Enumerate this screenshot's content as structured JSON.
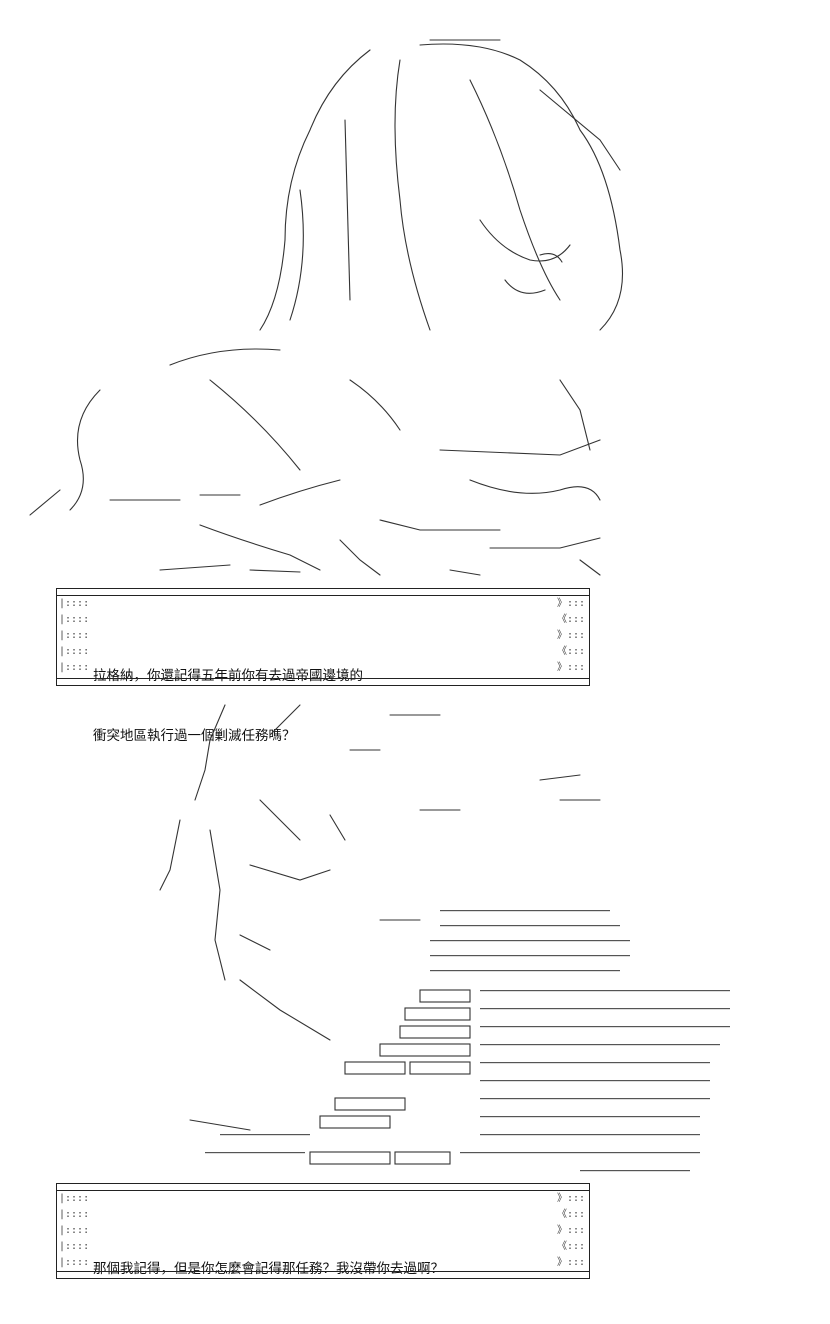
{
  "panels": [
    {
      "id": "panel-1",
      "speech": {
        "lines": [
          "拉格納，你還記得五年前你有去過帝國邊境的",
          "衝突地區執行過一個剿滅任務嗎？"
        ]
      }
    },
    {
      "id": "panel-2",
      "speech": {
        "lines": [
          "那個我記得，但是你怎麼會記得那任務？我沒帶你去過啊？"
        ]
      }
    }
  ],
  "rails": {
    "left": "|:::::《\n|::::::》\n|:::::《\n|::::::》\n|:::::《",
    "right": "》:::::|\n《::::::|\n》:::::|\n《::::::|\n》:::::|"
  },
  "colors": {
    "ink": "#111111",
    "paper": "#ffffff"
  }
}
